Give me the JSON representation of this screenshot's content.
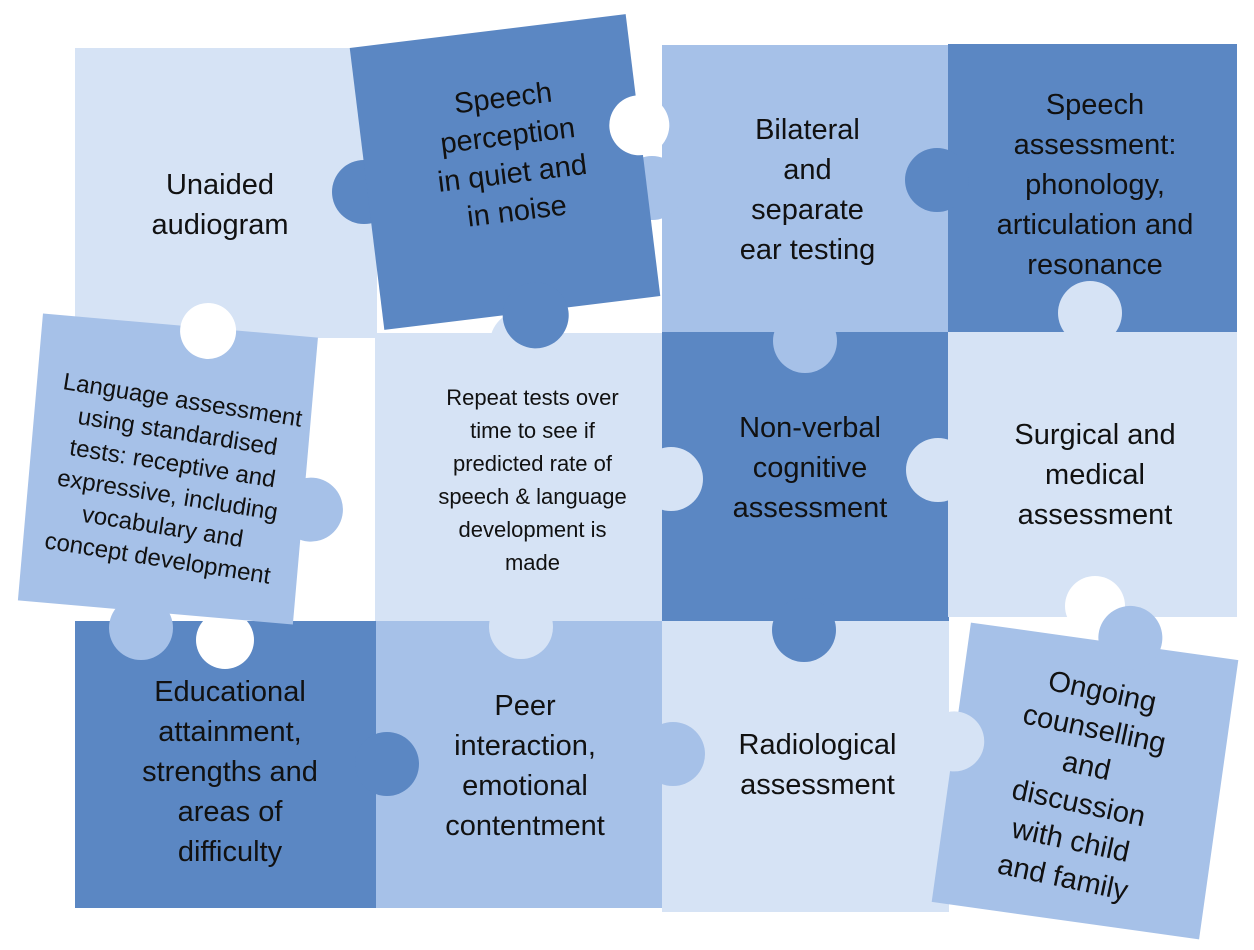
{
  "colors": {
    "light": "#d6e3f5",
    "medium": "#a6c1e8",
    "dark": "#5b87c3",
    "background": "#ffffff"
  },
  "pieces": {
    "unaided_audiogram": {
      "text": "Unaided\naudiogram",
      "shade": "light"
    },
    "speech_perception": {
      "text": "Speech\nperception\nin quiet and\nin noise",
      "shade": "dark"
    },
    "bilateral_testing": {
      "text": "Bilateral\nand\nseparate\near testing",
      "shade": "medium"
    },
    "speech_assessment": {
      "text": "Speech\nassessment:\nphonology,\narticulation and\nresonance",
      "shade": "dark"
    },
    "language_assessment": {
      "text": "Language assessment\nusing standardised\ntests: receptive and\nexpressive, including\nvocabulary and\nconcept development",
      "shade": "medium"
    },
    "repeat_tests": {
      "text": "Repeat tests over\ntime to see if\npredicted rate of\nspeech & language\ndevelopment is\nmade",
      "shade": "light"
    },
    "nonverbal_cognitive": {
      "text": "Non-verbal\ncognitive\nassessment",
      "shade": "dark"
    },
    "surgical_medical": {
      "text": "Surgical and\nmedical\nassessment",
      "shade": "light"
    },
    "educational_attainment": {
      "text": "Educational\nattainment,\nstrengths and\nareas of\ndifficulty",
      "shade": "dark"
    },
    "peer_interaction": {
      "text": "Peer\ninteraction,\nemotional\ncontentment",
      "shade": "medium"
    },
    "radiological": {
      "text": "Radiological\nassessment",
      "shade": "light"
    },
    "ongoing_counselling": {
      "text": "Ongoing\ncounselling\nand\ndiscussion\nwith child\nand family",
      "shade": "medium"
    }
  }
}
